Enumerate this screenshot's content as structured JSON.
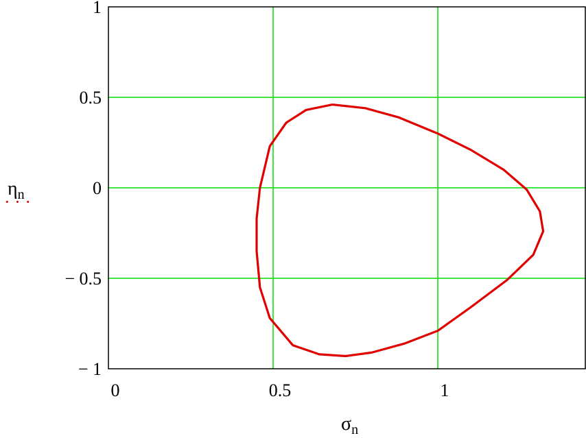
{
  "chart_data": {
    "type": "line",
    "title": "",
    "xlabel": "σ",
    "xlabel_sub": "n",
    "ylabel": "η",
    "ylabel_sub": "n",
    "ylabel_dots": "· · ·",
    "xlim": [
      0,
      1.45
    ],
    "ylim": [
      -1,
      1
    ],
    "x_ticks": [
      0,
      0.5,
      1
    ],
    "x_tick_labels": [
      "0",
      "0.5",
      "1"
    ],
    "y_ticks": [
      -1,
      -0.5,
      0,
      0.5,
      1
    ],
    "y_tick_labels": [
      "− 1",
      "− 0.5",
      "0",
      "0.5",
      "1"
    ],
    "grid": true,
    "grid_color": "#00e000",
    "series": [
      {
        "color": "#e00000",
        "closed": true,
        "points": [
          [
            0.68,
            0.46
          ],
          [
            0.78,
            0.44
          ],
          [
            0.88,
            0.39
          ],
          [
            1.0,
            0.3
          ],
          [
            1.1,
            0.21
          ],
          [
            1.2,
            0.1
          ],
          [
            1.27,
            -0.01
          ],
          [
            1.31,
            -0.13
          ],
          [
            1.32,
            -0.24
          ],
          [
            1.29,
            -0.37
          ],
          [
            1.21,
            -0.51
          ],
          [
            1.1,
            -0.66
          ],
          [
            1.0,
            -0.79
          ],
          [
            0.9,
            -0.86
          ],
          [
            0.8,
            -0.91
          ],
          [
            0.72,
            -0.93
          ],
          [
            0.64,
            -0.92
          ],
          [
            0.56,
            -0.87
          ],
          [
            0.49,
            -0.72
          ],
          [
            0.46,
            -0.55
          ],
          [
            0.45,
            -0.35
          ],
          [
            0.45,
            -0.17
          ],
          [
            0.46,
            0.0
          ],
          [
            0.49,
            0.23
          ],
          [
            0.54,
            0.36
          ],
          [
            0.6,
            0.43
          ]
        ]
      }
    ]
  }
}
